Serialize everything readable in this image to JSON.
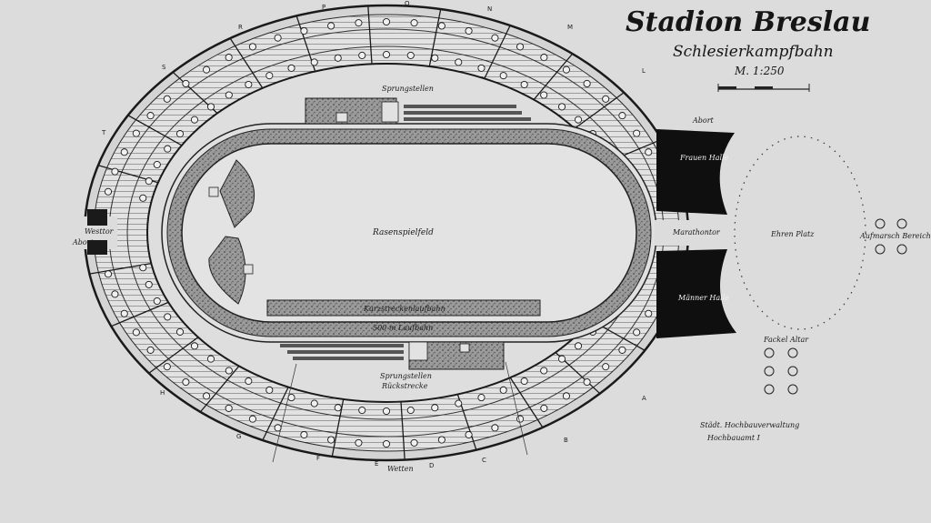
{
  "title": "Stadion Breslau",
  "subtitle": "Schlesierkampfbahn",
  "scale_label": "M. 1:250",
  "compass_letters": {
    "top": [
      "P",
      "O",
      "N"
    ],
    "upper_left": [
      "R",
      "S",
      "T"
    ],
    "upper_right": [
      "M",
      "L"
    ],
    "lower_left": [
      "H",
      "G",
      "F",
      "E",
      "D"
    ],
    "lower_right": [
      "C",
      "B",
      "A"
    ]
  },
  "labels": {
    "field": "Rasenspielfeld",
    "jumps_top": "Sprungstellen",
    "jumps_bottom": "Sprungstellen",
    "sprint_track": "Kurzstreckenlaufbahn",
    "running_track": "500 m Laufbahn",
    "west_gate": "Westtor",
    "west_gate_side": "Abort",
    "marathon_gate": "Marathontor",
    "women_hall": "Frauen Halle",
    "men_hall": "Männer Halle",
    "honor_square": "Ehren Platz",
    "north_note": "Abort",
    "bottom_note": "Wetten",
    "small_note_bottom": "Rückstrecke",
    "altar": "Fackel Altar",
    "right_pillars": "Aufmarsch Bereich",
    "credit_line1": "Städt. Hochbauverwaltung",
    "credit_line2": "Hochbauamt I"
  }
}
